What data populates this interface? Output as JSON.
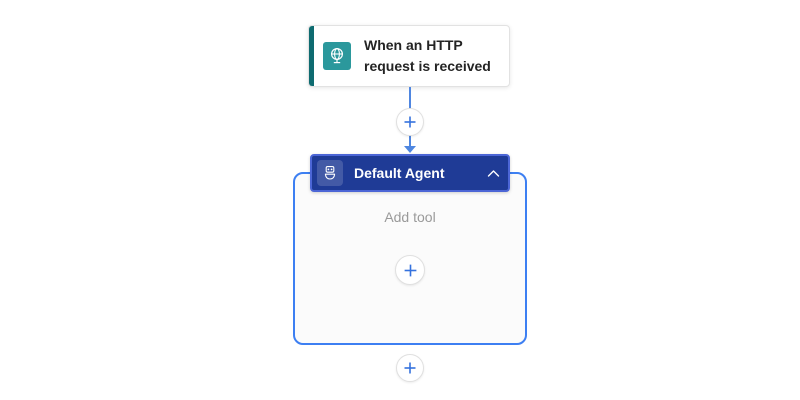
{
  "canvas": {
    "background": "#ffffff"
  },
  "colors": {
    "canvas_bg": "#ffffff",
    "accent_teal": "#2b989c",
    "accent_teal_dark": "#0e6b70",
    "connector_blue": "#4f86e0",
    "scope_border": "#3d7ff2",
    "agent_navy": "#1f3b96",
    "selection_blue": "#4c66d6",
    "plus_blue": "#3572de",
    "muted_text": "#9a9a9a",
    "title_text": "#242424"
  },
  "trigger_card": {
    "title": "When an HTTP request is received",
    "icon": "http-request-globe-icon",
    "icon_bg": "#2b989c",
    "accent_bar": "#0e6b70"
  },
  "agent_card": {
    "title": "Default Agent",
    "icon": "agent-bot-icon",
    "state": "selected",
    "collapse_icon": "chevron-up-icon",
    "body": {
      "add_tool_label": "Add tool",
      "add_tool_icon": "plus-icon"
    }
  },
  "connectors": {
    "trigger_to_agent": {
      "style": "arrow-down",
      "insert_icon": "plus-icon"
    },
    "below_agent": {
      "insert_icon": "plus-icon"
    }
  }
}
